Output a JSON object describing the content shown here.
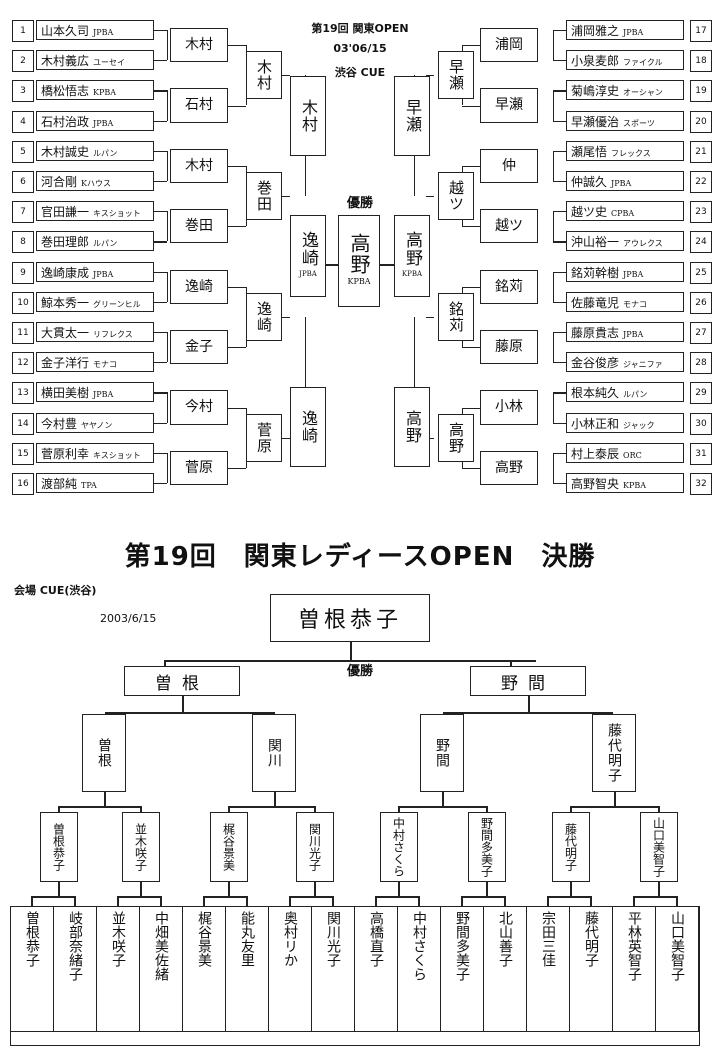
{
  "men": {
    "edition": "第19回 関東OPEN",
    "date": "03'06/15",
    "venue": "渋谷 CUE",
    "champion_label": "優勝",
    "champion": "高野",
    "champion_club": "KPBA",
    "finalist": "逸崎",
    "finalist_club": "JPBA",
    "left_players": [
      {
        "seed": "1",
        "name": "山本久司",
        "club": "JPBA"
      },
      {
        "seed": "2",
        "name": "木村義広",
        "club": "ユーセイ"
      },
      {
        "seed": "3",
        "name": "橋松悟志",
        "club": "KPBA"
      },
      {
        "seed": "4",
        "name": "石村治政",
        "club": "JPBA"
      },
      {
        "seed": "5",
        "name": "木村誠史",
        "club": "ルパン"
      },
      {
        "seed": "6",
        "name": "河合剛",
        "club": "Kハウス"
      },
      {
        "seed": "7",
        "name": "官田謙一",
        "club": "キスショット"
      },
      {
        "seed": "8",
        "name": "巻田理郎",
        "club": "ルパン"
      },
      {
        "seed": "9",
        "name": "逸崎康成",
        "club": "JPBA"
      },
      {
        "seed": "10",
        "name": "鯨本秀一",
        "club": "グリーンヒル"
      },
      {
        "seed": "11",
        "name": "大貫太一",
        "club": "リフレクス"
      },
      {
        "seed": "12",
        "name": "金子洋行",
        "club": "モナコ"
      },
      {
        "seed": "13",
        "name": "横田美樹",
        "club": "JPBA"
      },
      {
        "seed": "14",
        "name": "今村豊",
        "club": "ヤヤノン"
      },
      {
        "seed": "15",
        "name": "菅原利幸",
        "club": "キスショット"
      },
      {
        "seed": "16",
        "name": "渡部純",
        "club": "TPA"
      }
    ],
    "right_players": [
      {
        "seed": "17",
        "name": "浦岡雅之",
        "club": "JPBA"
      },
      {
        "seed": "18",
        "name": "小泉麦郎",
        "club": "ファイクル"
      },
      {
        "seed": "19",
        "name": "菊嶋淳史",
        "club": "オーシャン"
      },
      {
        "seed": "20",
        "name": "早瀬優治",
        "club": "スポーツ"
      },
      {
        "seed": "21",
        "name": "瀬尾悟",
        "club": "フレックス"
      },
      {
        "seed": "22",
        "name": "仲誠久",
        "club": "JPBA"
      },
      {
        "seed": "23",
        "name": "越ツ史",
        "club": "CPBA"
      },
      {
        "seed": "24",
        "name": "沖山裕一",
        "club": "アウレクス"
      },
      {
        "seed": "25",
        "name": "銘苅幹樹",
        "club": "JPBA"
      },
      {
        "seed": "26",
        "name": "佐藤竜児",
        "club": "モナコ"
      },
      {
        "seed": "27",
        "name": "藤原貴志",
        "club": "JPBA"
      },
      {
        "seed": "28",
        "name": "金谷俊彦",
        "club": "ジャニファ"
      },
      {
        "seed": "29",
        "name": "根本純久",
        "club": "ルパン"
      },
      {
        "seed": "30",
        "name": "小林正和",
        "club": "ジャック"
      },
      {
        "seed": "31",
        "name": "村上泰辰",
        "club": "ORC"
      },
      {
        "seed": "32",
        "name": "高野智央",
        "club": "KPBA"
      }
    ],
    "left_r1": [
      "木村",
      "石村",
      "木村",
      "巻田",
      "逸崎",
      "金子",
      "今村",
      "菅原"
    ],
    "left_r2": [
      "木村",
      "巻田",
      "逸崎",
      "菅原"
    ],
    "left_r3": [
      "木村",
      "逸崎"
    ],
    "right_r1": [
      "浦岡",
      "早瀬",
      "仲",
      "越ツ",
      "銘苅",
      "藤原",
      "小林",
      "高野"
    ],
    "right_r2": [
      "早瀬",
      "越ツ",
      "銘苅",
      "高野"
    ],
    "right_r3": [
      "早瀬",
      "高野"
    ]
  },
  "ladies": {
    "title": "第19回　関東レディースOPEN　決勝",
    "venue": "会場  CUE(渋谷)",
    "date": "2003/6/15",
    "champion_label": "優勝",
    "champion": "曽根恭子",
    "finalists": [
      "曽根",
      "野間"
    ],
    "semis": [
      "曽根",
      "関川",
      "野間",
      "藤代明子"
    ],
    "quarters": [
      "曽根恭子",
      "並木咲子",
      "梶谷景美",
      "関川光子",
      "中村さくら",
      "野間多美子",
      "藤代明子",
      "山口美智子"
    ],
    "players": [
      "曽根恭子",
      "岐部奈緒子",
      "並木咲子",
      "中畑美佐緒",
      "梶谷景美",
      "能丸友里",
      "奥村リか",
      "関川光子",
      "高橋直子",
      "中村さくら",
      "野間多美子",
      "北山善子",
      "宗田三佳",
      "藤代明子",
      "平林英智子",
      "山口美智子"
    ]
  }
}
